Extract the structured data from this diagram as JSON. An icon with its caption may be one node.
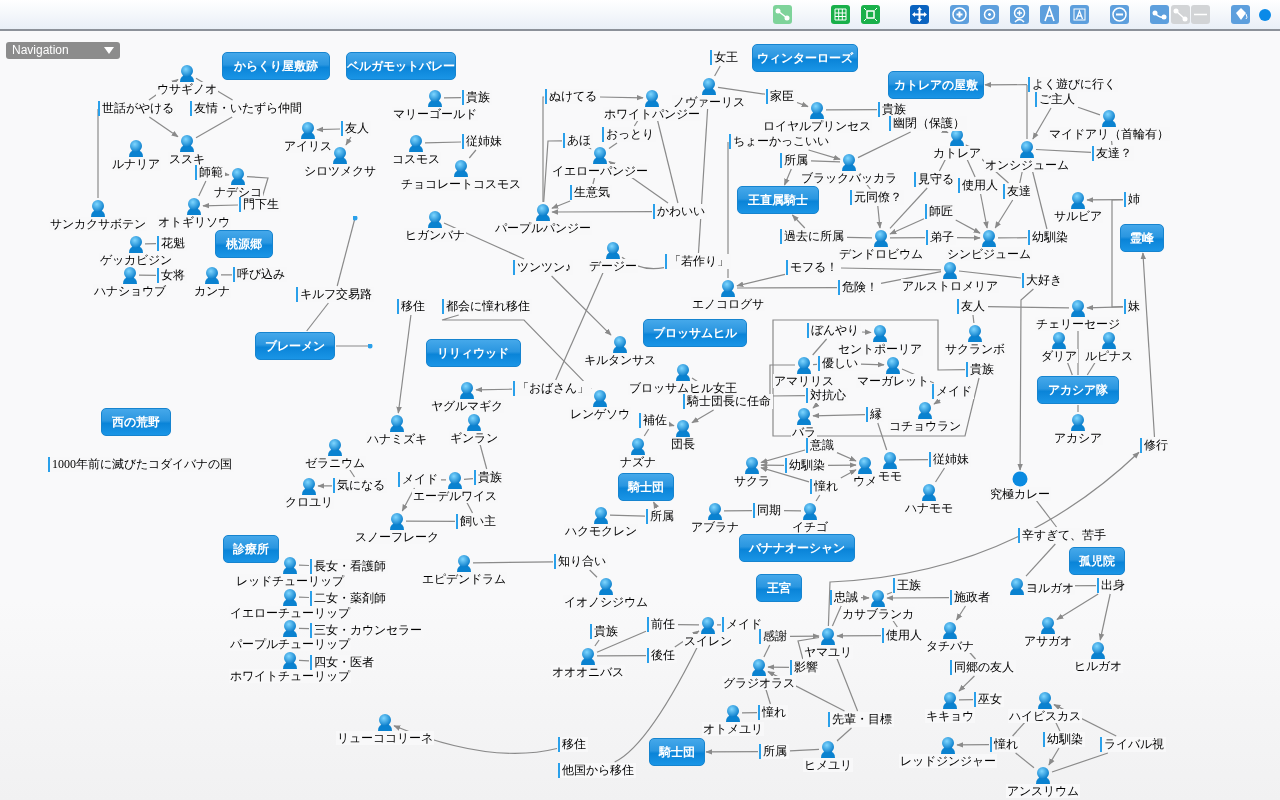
{
  "diagram": {
    "nodes": [
      {
        "text": [
          "からくり屋敷跡"
        ]
      },
      {
        "text": [
          "ベルガモットバレー"
        ]
      },
      {
        "text": [
          "ウィンターローズ"
        ]
      },
      {
        "text": [
          "カトレアの屋敷"
        ]
      },
      {
        "text": [
          "王直属騎士"
        ]
      },
      {
        "text": [
          "桃源郷"
        ]
      },
      {
        "text": [
          "霊峰"
        ]
      },
      {
        "text": [
          "ブレーメン"
        ]
      },
      {
        "text": [
          "リリィウッド"
        ]
      },
      {
        "text": [
          "ブロッサムヒル"
        ]
      },
      {
        "text": [
          "アカシア隊"
        ]
      },
      {
        "text": [
          "西の荒野"
        ]
      },
      {
        "text": [
          "騎士団"
        ]
      },
      {
        "text": [
          "診療所"
        ]
      },
      {
        "text": [
          "バナナオーシャン"
        ]
      },
      {
        "text": [
          "王宮"
        ]
      },
      {
        "text": [
          "孤児院"
        ]
      },
      {
        "text": [
          "騎士団"
        ]
      },
      {
        "text": [
          "ウサギノオ"
        ]
      },
      {
        "text": [
          "ススキ"
        ]
      },
      {
        "text": [
          "ルナリア"
        ]
      },
      {
        "text": [
          "サンカクサボテン"
        ]
      },
      {
        "text": [
          "ナデシコ"
        ]
      },
      {
        "text": [
          "オトギリソウ"
        ]
      },
      {
        "text": [
          "アイリス"
        ]
      },
      {
        "text": [
          "シロツメクサ"
        ]
      },
      {
        "text": [
          "ゲッカビジン"
        ]
      },
      {
        "text": [
          "ハナショウブ"
        ]
      },
      {
        "text": [
          "カンナ"
        ]
      },
      {
        "text": [
          "マリーゴールド"
        ]
      },
      {
        "text": [
          "コスモス"
        ]
      },
      {
        "text": [
          "チョコレートコスモス"
        ]
      },
      {
        "text": [
          "ヒガンバナ"
        ]
      },
      {
        "text": [
          "ホワイトパンジー"
        ]
      },
      {
        "text": [
          "イエローパンジー"
        ]
      },
      {
        "text": [
          "パープルパンジー"
        ]
      },
      {
        "text": [
          "ノヴァーリス"
        ]
      },
      {
        "text": [
          "ロイヤルプリンセス"
        ]
      },
      {
        "text": [
          "デージー"
        ]
      },
      {
        "text": [
          "エノコログサ"
        ]
      },
      {
        "text": [
          "ブラックバッカラ"
        ]
      },
      {
        "text": [
          "カトレア"
        ]
      },
      {
        "text": [
          "オンシジューム"
        ]
      },
      {
        "text": [
          "マイドアリ（首輪有）"
        ]
      },
      {
        "text": [
          "デンドロビウム"
        ]
      },
      {
        "text": [
          "シンビジューム"
        ]
      },
      {
        "text": [
          "サルビア"
        ]
      },
      {
        "text": [
          "アルストロメリア"
        ]
      },
      {
        "text": [
          "チェリーセージ"
        ]
      },
      {
        "text": [
          "サクランボ"
        ]
      },
      {
        "text": [
          "セントポーリア"
        ]
      },
      {
        "text": [
          "アマリリス"
        ]
      },
      {
        "text": [
          "マーガレット"
        ]
      },
      {
        "text": [
          "コチョウラン"
        ]
      },
      {
        "text": [
          "バラ"
        ]
      },
      {
        "text": [
          "ダリア"
        ]
      },
      {
        "text": [
          "ルピナス"
        ]
      },
      {
        "text": [
          "アカシア"
        ]
      },
      {
        "text": [
          "キルタンサス"
        ]
      },
      {
        "text": [
          "ヤグルマギク"
        ]
      },
      {
        "text": [
          "レンゲソウ"
        ]
      },
      {
        "text": [
          "ブロッサムヒル女王"
        ]
      },
      {
        "text": [
          "団長"
        ]
      },
      {
        "text": [
          "ナズナ"
        ]
      },
      {
        "text": [
          "ハナミズキ"
        ]
      },
      {
        "text": [
          "ギンラン"
        ]
      },
      {
        "text": [
          "ゼラニウム"
        ]
      },
      {
        "text": [
          "クロユリ"
        ]
      },
      {
        "text": [
          "エーデルワイス"
        ]
      },
      {
        "text": [
          "スノーフレーク"
        ]
      },
      {
        "text": [
          "ハクモクレン"
        ]
      },
      {
        "text": [
          "サクラ"
        ]
      },
      {
        "text": [
          "ウメ"
        ]
      },
      {
        "text": [
          "モモ"
        ]
      },
      {
        "text": [
          "ハナモモ"
        ]
      },
      {
        "text": [
          "アブラナ"
        ]
      },
      {
        "text": [
          "イチゴ"
        ]
      },
      {
        "text": [
          "究極カレー"
        ]
      },
      {
        "text": [
          "レッドチューリップ"
        ]
      },
      {
        "text": [
          "イエローチューリップ"
        ]
      },
      {
        "text": [
          "パープルチューリップ"
        ]
      },
      {
        "text": [
          "ホワイトチューリップ"
        ]
      },
      {
        "text": [
          "エピデンドラム"
        ]
      },
      {
        "text": [
          "イオノシジウム"
        ]
      },
      {
        "text": [
          "オオオニバス"
        ]
      },
      {
        "text": [
          "スイレン"
        ]
      },
      {
        "text": [
          "カサブランカ"
        ]
      },
      {
        "text": [
          "ヤマユリ"
        ]
      },
      {
        "text": [
          "ヨルガオ"
        ]
      },
      {
        "text": [
          "タチバナ"
        ]
      },
      {
        "text": [
          "アサガオ"
        ]
      },
      {
        "text": [
          "ヒルガオ"
        ]
      },
      {
        "text": [
          "グラジオラス"
        ]
      },
      {
        "text": [
          "オトメユリ"
        ]
      },
      {
        "text": [
          "ヒメユリ"
        ]
      },
      {
        "text": [
          "キキョウ"
        ]
      },
      {
        "text": [
          "ハイビスカス"
        ]
      },
      {
        "text": [
          "レッドジンジャー"
        ]
      },
      {
        "text": [
          "アンスリウム"
        ]
      },
      {
        "text": [
          "リューココリーネ"
        ]
      },
      {
        "text": [
          "世話がやける"
        ]
      },
      {
        "text": [
          "友情・いたずら仲間"
        ]
      },
      {
        "text": [
          "師範"
        ]
      },
      {
        "text": [
          "門下生"
        ]
      },
      {
        "text": [
          "友人"
        ]
      },
      {
        "text": [
          "花魁"
        ]
      },
      {
        "text": [
          "女将"
        ]
      },
      {
        "text": [
          "呼び込み"
        ]
      },
      {
        "text": [
          "キルフ交易路"
        ]
      },
      {
        "text": [
          "貴族"
        ]
      },
      {
        "text": [
          "従姉妹"
        ]
      },
      {
        "text": [
          "ぬけてる"
        ]
      },
      {
        "text": [
          "あほ"
        ]
      },
      {
        "text": [
          "おっとり"
        ]
      },
      {
        "text": [
          "生意気"
        ]
      },
      {
        "text": [
          "かわいい"
        ]
      },
      {
        "text": [
          "女王"
        ]
      },
      {
        "text": [
          "家臣"
        ]
      },
      {
        "text": [
          "貴族"
        ]
      },
      {
        "text": [
          "ちょーかっこいい"
        ]
      },
      {
        "text": [
          "所属"
        ]
      },
      {
        "text": [
          "幽閉（保護）"
        ]
      },
      {
        "text": [
          "よく遊びに行く"
        ]
      },
      {
        "text": [
          "ご主人"
        ]
      },
      {
        "text": [
          "友達？"
        ]
      },
      {
        "text": [
          "見守る"
        ]
      },
      {
        "text": [
          "使用人"
        ]
      },
      {
        "text": [
          "友達"
        ]
      },
      {
        "text": [
          "元同僚？"
        ]
      },
      {
        "text": [
          "師匠"
        ]
      },
      {
        "text": [
          "弟子"
        ]
      },
      {
        "text": [
          "過去に所属"
        ]
      },
      {
        "text": [
          "幼馴染"
        ]
      },
      {
        "text": [
          "姉"
        ]
      },
      {
        "text": [
          "ツンツン♪"
        ]
      },
      {
        "text": [
          "「若作り」"
        ]
      },
      {
        "text": [
          "モフる！"
        ]
      },
      {
        "text": [
          "危険！"
        ]
      },
      {
        "text": [
          "大好き"
        ]
      },
      {
        "text": [
          "友人"
        ]
      },
      {
        "text": [
          "妹"
        ]
      },
      {
        "text": [
          "移住"
        ]
      },
      {
        "text": [
          "都会に憧れ移住"
        ]
      },
      {
        "text": [
          "ぼんやり"
        ]
      },
      {
        "text": [
          "優しい"
        ]
      },
      {
        "text": [
          "貴族"
        ]
      },
      {
        "text": [
          "メイド"
        ]
      },
      {
        "text": [
          "対抗心"
        ]
      },
      {
        "text": [
          "縁"
        ]
      },
      {
        "text": [
          "「おばさん」"
        ]
      },
      {
        "text": [
          "騎士団長に任命"
        ]
      },
      {
        "text": [
          "補佐"
        ]
      },
      {
        "text": [
          "意識"
        ]
      },
      {
        "text": [
          "幼馴染"
        ]
      },
      {
        "text": [
          "従姉妹"
        ]
      },
      {
        "text": [
          "憧れ"
        ]
      },
      {
        "text": [
          "同期"
        ]
      },
      {
        "text": [
          "修行"
        ]
      },
      {
        "text": [
          "気になる"
        ]
      },
      {
        "text": [
          "メイド"
        ]
      },
      {
        "text": [
          "貴族"
        ]
      },
      {
        "text": [
          "飼い主"
        ]
      },
      {
        "text": [
          "所属"
        ]
      },
      {
        "text": [
          "辛すぎて、苦手"
        ]
      },
      {
        "text": [
          "長女・看護師"
        ]
      },
      {
        "text": [
          "二女・薬剤師"
        ]
      },
      {
        "text": [
          "三女・カウンセラー"
        ]
      },
      {
        "text": [
          "四女・医者"
        ]
      },
      {
        "text": [
          "知り合い"
        ]
      },
      {
        "text": [
          "王族"
        ]
      },
      {
        "text": [
          "出身"
        ]
      },
      {
        "text": [
          "忠誠"
        ]
      },
      {
        "text": [
          "施政者"
        ]
      },
      {
        "text": [
          "貴族"
        ]
      },
      {
        "text": [
          "前任"
        ]
      },
      {
        "text": [
          "メイド"
        ]
      },
      {
        "text": [
          "後任"
        ]
      },
      {
        "text": [
          "感謝"
        ]
      },
      {
        "text": [
          "使用人"
        ]
      },
      {
        "text": [
          "影響"
        ]
      },
      {
        "text": [
          "同郷の友人"
        ]
      },
      {
        "text": [
          "巫女"
        ]
      },
      {
        "text": [
          "憧れ"
        ]
      },
      {
        "text": [
          "先輩・目標"
        ]
      },
      {
        "text": [
          "移住"
        ]
      },
      {
        "text": [
          "他国から移住"
        ]
      },
      {
        "text": [
          "所属"
        ]
      },
      {
        "text": [
          "憧れ"
        ]
      },
      {
        "text": [
          "幼馴染"
        ]
      },
      {
        "text": [
          "ライバル視"
        ]
      },
      {
        "text": [
          "1000年前に滅びたコダイバナの国"
        ]
      }
    ],
    "edges": [
      {
        "from": 21,
        "to": 100,
        "arrow": "none"
      },
      {
        "from": 100,
        "to": 18,
        "arrow": "to"
      },
      {
        "from": 100,
        "to": 19,
        "arrow": "to"
      },
      {
        "from": 18,
        "to": 101,
        "arrow": "none"
      },
      {
        "from": 101,
        "to": 19,
        "arrow": "none"
      },
      {
        "from": 23,
        "to": 102,
        "arrow": "none"
      },
      {
        "from": 102,
        "to": 22,
        "arrow": "to"
      },
      {
        "from": 22,
        "to": 103,
        "arrow": "none"
      },
      {
        "from": 103,
        "to": 23,
        "arrow": "to"
      },
      {
        "from": 104,
        "to": 24,
        "arrow": "to"
      },
      {
        "from": 104,
        "to": 25,
        "arrow": "to"
      },
      {
        "from": 26,
        "to": 105,
        "arrow": "none"
      },
      {
        "from": 27,
        "to": 106,
        "arrow": "none"
      },
      {
        "from": 28,
        "to": 107,
        "arrow": "none"
      },
      {
        "from": 7,
        "to": 108,
        "arrow": "none"
      },
      {
        "from": 108,
        "to": null,
        "arrow": "other"
      },
      {
        "from": 7,
        "to": null,
        "arrow": "other"
      },
      {
        "from": 29,
        "to": 109,
        "arrow": "none"
      },
      {
        "from": 30,
        "to": 110,
        "arrow": "none"
      },
      {
        "from": 110,
        "to": 31,
        "arrow": "none"
      },
      {
        "from": 32,
        "to": 134,
        "arrow": "none"
      },
      {
        "from": 134,
        "to": 58,
        "arrow": "to"
      },
      {
        "from": 35,
        "to": 111,
        "arrow": "none"
      },
      {
        "from": 111,
        "to": 33,
        "arrow": "to"
      },
      {
        "from": 35,
        "to": 112,
        "arrow": "none"
      },
      {
        "from": 112,
        "to": 34,
        "arrow": "to"
      },
      {
        "from": 34,
        "to": 113,
        "arrow": "none"
      },
      {
        "from": 113,
        "to": 33,
        "arrow": "to"
      },
      {
        "from": 34,
        "to": 114,
        "arrow": "none"
      },
      {
        "from": 114,
        "to": 35,
        "arrow": "to"
      },
      {
        "from": 33,
        "to": 115,
        "arrow": "none"
      },
      {
        "from": 115,
        "to": 35,
        "arrow": "to"
      },
      {
        "from": 115,
        "to": 34,
        "arrow": "to"
      },
      {
        "from": 38,
        "to": 135,
        "arrow": "none"
      },
      {
        "from": 135,
        "to": 36,
        "arrow": "to"
      },
      {
        "from": 38,
        "to": 149,
        "arrow": "none"
      },
      {
        "from": 149,
        "to": 59,
        "arrow": "to"
      },
      {
        "from": 142,
        "to": 60,
        "arrow": "to"
      },
      {
        "from": 141,
        "to": 64,
        "arrow": "to"
      },
      {
        "from": 36,
        "to": 116,
        "arrow": "none"
      },
      {
        "from": 36,
        "to": 117,
        "arrow": "none"
      },
      {
        "from": 117,
        "to": 37,
        "arrow": "to"
      },
      {
        "from": 37,
        "to": 118,
        "arrow": "none"
      },
      {
        "from": 39,
        "to": 119,
        "arrow": "none"
      },
      {
        "from": 119,
        "to": 40,
        "arrow": "to"
      },
      {
        "from": 40,
        "to": 120,
        "arrow": "none"
      },
      {
        "from": 120,
        "to": 4,
        "arrow": "to"
      },
      {
        "from": 40,
        "to": 121,
        "arrow": "none"
      },
      {
        "from": 121,
        "to": 41,
        "arrow": "to"
      },
      {
        "from": 42,
        "to": 122,
        "arrow": "none"
      },
      {
        "from": 122,
        "to": 3,
        "arrow": "to"
      },
      {
        "from": 43,
        "to": 123,
        "arrow": "none"
      },
      {
        "from": 123,
        "to": 42,
        "arrow": "to"
      },
      {
        "from": 42,
        "to": 124,
        "arrow": "none"
      },
      {
        "from": 124,
        "to": 43,
        "arrow": "to"
      },
      {
        "from": 44,
        "to": 125,
        "arrow": "none"
      },
      {
        "from": 125,
        "to": 41,
        "arrow": "to"
      },
      {
        "from": 41,
        "to": 126,
        "arrow": "none"
      },
      {
        "from": 126,
        "to": 45,
        "arrow": "to"
      },
      {
        "from": 127,
        "to": 41,
        "arrow": "to"
      },
      {
        "from": 127,
        "to": 42,
        "arrow": "to"
      },
      {
        "from": 127,
        "to": 45,
        "arrow": "to"
      },
      {
        "from": 128,
        "to": 40,
        "arrow": "to"
      },
      {
        "from": 128,
        "to": 44,
        "arrow": "to"
      },
      {
        "from": 129,
        "to": 44,
        "arrow": "to"
      },
      {
        "from": 129,
        "to": 45,
        "arrow": "to"
      },
      {
        "from": 44,
        "to": 130,
        "arrow": "none"
      },
      {
        "from": 130,
        "to": 45,
        "arrow": "to"
      },
      {
        "from": 131,
        "to": 4,
        "arrow": "to"
      },
      {
        "from": 131,
        "to": 44,
        "arrow": "none"
      },
      {
        "from": 45,
        "to": 132,
        "arrow": "none"
      },
      {
        "from": 132,
        "to": 42,
        "arrow": "to"
      },
      {
        "from": 133,
        "to": 46,
        "arrow": "to"
      },
      {
        "from": 140,
        "to": 48,
        "arrow": "to"
      },
      {
        "from": 133,
        "to": 140,
        "arrow": "none"
      },
      {
        "from": 136,
        "to": 39,
        "arrow": "to"
      },
      {
        "from": 136,
        "to": 47,
        "arrow": "none"
      },
      {
        "from": 39,
        "to": 137,
        "arrow": "none"
      },
      {
        "from": 137,
        "to": 47,
        "arrow": "none"
      },
      {
        "from": 47,
        "to": 138,
        "arrow": "none"
      },
      {
        "from": 138,
        "to": 77,
        "arrow": "to"
      },
      {
        "from": 48,
        "to": 139,
        "arrow": "none"
      },
      {
        "from": 139,
        "to": 49,
        "arrow": "none"
      },
      {
        "from": 10,
        "to": 55,
        "arrow": "to"
      },
      {
        "from": 10,
        "to": 56,
        "arrow": "to"
      },
      {
        "from": 10,
        "to": 48,
        "arrow": "to"
      },
      {
        "from": 57,
        "to": 10,
        "arrow": "none"
      },
      {
        "from": 157,
        "to": 6,
        "arrow": "to"
      },
      {
        "from": 87,
        "to": 157,
        "arrow": "to"
      },
      {
        "from": 87,
        "to": 171,
        "arrow": "none"
      },
      {
        "from": 171,
        "to": 86,
        "arrow": "to"
      },
      {
        "from": 51,
        "to": 143,
        "arrow": "none"
      },
      {
        "from": 143,
        "to": 50,
        "arrow": "to"
      },
      {
        "from": 51,
        "to": 144,
        "arrow": "none"
      },
      {
        "from": 144,
        "to": 52,
        "arrow": "to"
      },
      {
        "from": 52,
        "to": 146,
        "arrow": "none"
      },
      {
        "from": 146,
        "to": 53,
        "arrow": "to"
      },
      {
        "from": 51,
        "to": 147,
        "arrow": "none"
      },
      {
        "from": 147,
        "to": 54,
        "arrow": "to"
      },
      {
        "from": 148,
        "to": 54,
        "arrow": "to"
      },
      {
        "from": 148,
        "to": 73,
        "arrow": "none"
      },
      {
        "from": 54,
        "to": 152,
        "arrow": "none"
      },
      {
        "from": 152,
        "to": 71,
        "arrow": "to"
      },
      {
        "from": 152,
        "to": 72,
        "arrow": "to"
      },
      {
        "from": 153,
        "to": 71,
        "arrow": "to"
      },
      {
        "from": 153,
        "to": 72,
        "arrow": "to"
      },
      {
        "from": 73,
        "to": 154,
        "arrow": "none"
      },
      {
        "from": 154,
        "to": 74,
        "arrow": "none"
      },
      {
        "from": 76,
        "to": 155,
        "arrow": "none"
      },
      {
        "from": 155,
        "to": 71,
        "arrow": "to"
      },
      {
        "from": 155,
        "to": 72,
        "arrow": "to"
      },
      {
        "from": 75,
        "to": 156,
        "arrow": "none"
      },
      {
        "from": 156,
        "to": 76,
        "arrow": "none"
      },
      {
        "from": 61,
        "to": 150,
        "arrow": "none"
      },
      {
        "from": 150,
        "to": 62,
        "arrow": "to"
      },
      {
        "from": 63,
        "to": 151,
        "arrow": "none"
      },
      {
        "from": 151,
        "to": 62,
        "arrow": "to"
      },
      {
        "from": 70,
        "to": 162,
        "arrow": "none"
      },
      {
        "from": 162,
        "to": 12,
        "arrow": "to"
      },
      {
        "from": 66,
        "to": 158,
        "arrow": "none"
      },
      {
        "from": 158,
        "to": 67,
        "arrow": "to"
      },
      {
        "from": 65,
        "to": 160,
        "arrow": "none"
      },
      {
        "from": 160,
        "to": 68,
        "arrow": "none"
      },
      {
        "from": 68,
        "to": 159,
        "arrow": "none"
      },
      {
        "from": 159,
        "to": 69,
        "arrow": "to"
      },
      {
        "from": 69,
        "to": 161,
        "arrow": "none"
      },
      {
        "from": 161,
        "to": 68,
        "arrow": "to"
      },
      {
        "from": 78,
        "to": 164,
        "arrow": "none"
      },
      {
        "from": 79,
        "to": 165,
        "arrow": "none"
      },
      {
        "from": 80,
        "to": 166,
        "arrow": "none"
      },
      {
        "from": 81,
        "to": 167,
        "arrow": "none"
      },
      {
        "from": 82,
        "to": 168,
        "arrow": "none"
      },
      {
        "from": 168,
        "to": 83,
        "arrow": "none"
      },
      {
        "from": 84,
        "to": 173,
        "arrow": "none"
      },
      {
        "from": 84,
        "to": 174,
        "arrow": "none"
      },
      {
        "from": 174,
        "to": 85,
        "arrow": "none"
      },
      {
        "from": 85,
        "to": 175,
        "arrow": "none"
      },
      {
        "from": 84,
        "to": 176,
        "arrow": "none"
      },
      {
        "from": 176,
        "to": 85,
        "arrow": "to"
      },
      {
        "from": 185,
        "to": 85,
        "arrow": "to"
      },
      {
        "from": 184,
        "to": 99,
        "arrow": "to"
      },
      {
        "from": 86,
        "to": 169,
        "arrow": "none"
      },
      {
        "from": 172,
        "to": 86,
        "arrow": "to"
      },
      {
        "from": 172,
        "to": 89,
        "arrow": "to"
      },
      {
        "from": 86,
        "to": 178,
        "arrow": "none"
      },
      {
        "from": 178,
        "to": 87,
        "arrow": "to"
      },
      {
        "from": 92,
        "to": 177,
        "arrow": "none"
      },
      {
        "from": 177,
        "to": 87,
        "arrow": "to"
      },
      {
        "from": 87,
        "to": 179,
        "arrow": "none"
      },
      {
        "from": 179,
        "to": 92,
        "arrow": "to"
      },
      {
        "from": 180,
        "to": 89,
        "arrow": "to"
      },
      {
        "from": 180,
        "to": 95,
        "arrow": "to"
      },
      {
        "from": 95,
        "to": 181,
        "arrow": "none"
      },
      {
        "from": 93,
        "to": 182,
        "arrow": "none"
      },
      {
        "from": 182,
        "to": 92,
        "arrow": "to"
      },
      {
        "from": 94,
        "to": 183,
        "arrow": "none"
      },
      {
        "from": 183,
        "to": 87,
        "arrow": "to"
      },
      {
        "from": 183,
        "to": 92,
        "arrow": "to"
      },
      {
        "from": 94,
        "to": 186,
        "arrow": "none"
      },
      {
        "from": 186,
        "to": 17,
        "arrow": "to"
      },
      {
        "from": 170,
        "to": 88,
        "arrow": "to"
      },
      {
        "from": 170,
        "to": 90,
        "arrow": "to"
      },
      {
        "from": 170,
        "to": 91,
        "arrow": "to"
      },
      {
        "from": 88,
        "to": 163,
        "arrow": "none"
      },
      {
        "from": 163,
        "to": 77,
        "arrow": "to"
      },
      {
        "from": 96,
        "to": 187,
        "arrow": "none"
      },
      {
        "from": 187,
        "to": 97,
        "arrow": "to"
      },
      {
        "from": 98,
        "to": 187,
        "arrow": "none"
      },
      {
        "from": 96,
        "to": 188,
        "arrow": "none"
      },
      {
        "from": 188,
        "to": 98,
        "arrow": "to"
      },
      {
        "from": 98,
        "to": 189,
        "arrow": "none"
      },
      {
        "from": 189,
        "to": 96,
        "arrow": "to"
      },
      {
        "from": 145,
        "to": 145,
        "arrow": "none"
      }
    ],
    "labels": [
      "Navigation"
    ]
  }
}
